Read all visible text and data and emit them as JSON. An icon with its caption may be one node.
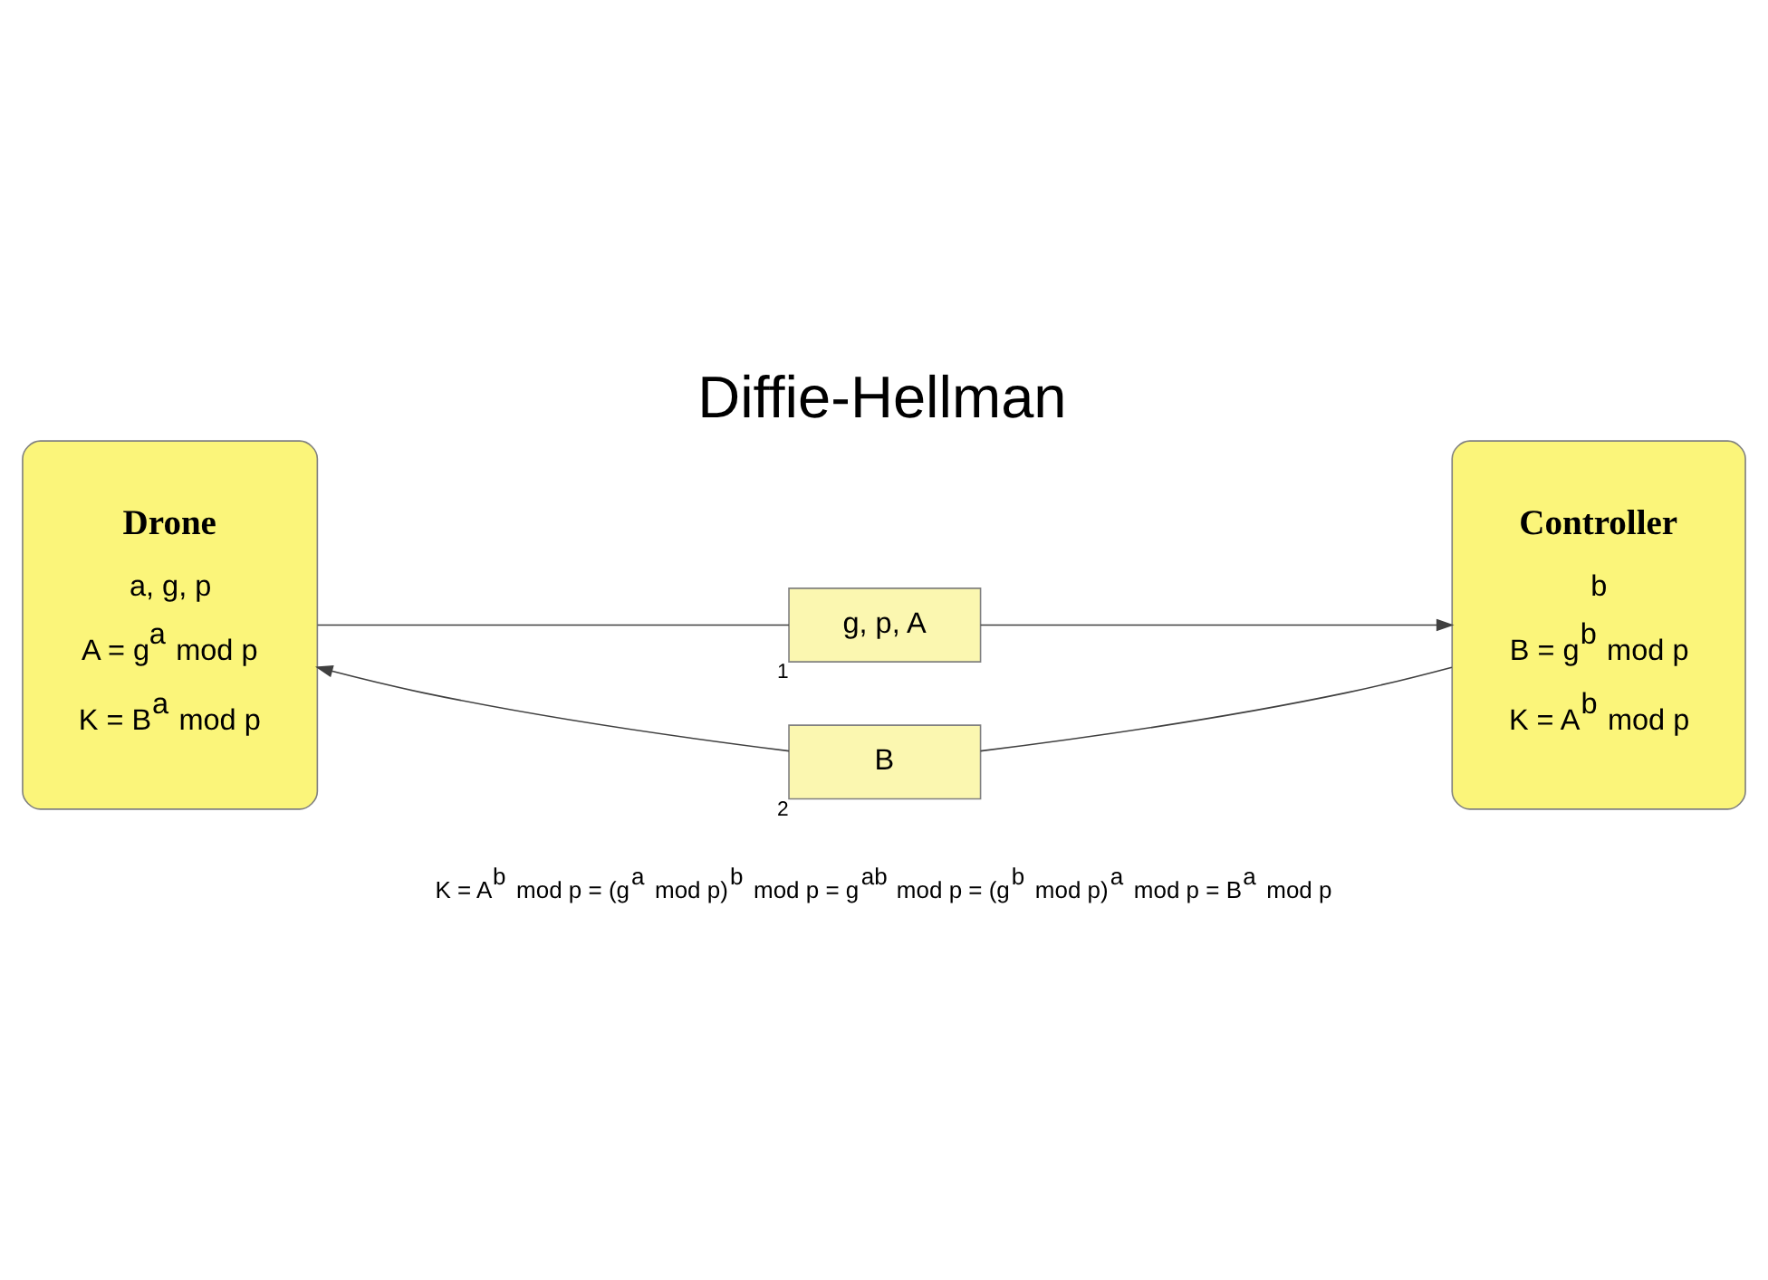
{
  "diagram": {
    "title": "Diffie-Hellman",
    "nodes": [
      {
        "text": [
          "Drone",
          "a, g, p",
          "A = g$^{a}$ mod p",
          "K = B$^{a}$ mod p"
        ]
      },
      {
        "text": [
          "g, p, A"
        ],
        "beside": [
          "1"
        ]
      },
      {
        "text": [
          "Controller",
          "b",
          "B = g$^{b}$ mod p",
          "K = A$^{b}$ mod p"
        ]
      },
      {
        "text": [
          "B"
        ],
        "beside": [
          "2"
        ]
      }
    ],
    "edges": [
      {
        "from": 0,
        "to": 1,
        "arrow": "none"
      },
      {
        "from": 1,
        "to": 2,
        "arrow": "to"
      },
      {
        "from": 2,
        "to": 3,
        "arrow": "none"
      },
      {
        "from": 3,
        "to": 0,
        "arrow": "to"
      }
    ],
    "labels": [
      "K = A$^{b}$ mod p = (g$^{a}$ mod p)$^{b}$ mod p = g$^{ab}$ mod p = (g$^{b}$ mod p)$^{a}$ mod p = B$^{a}$ mod p"
    ]
  }
}
